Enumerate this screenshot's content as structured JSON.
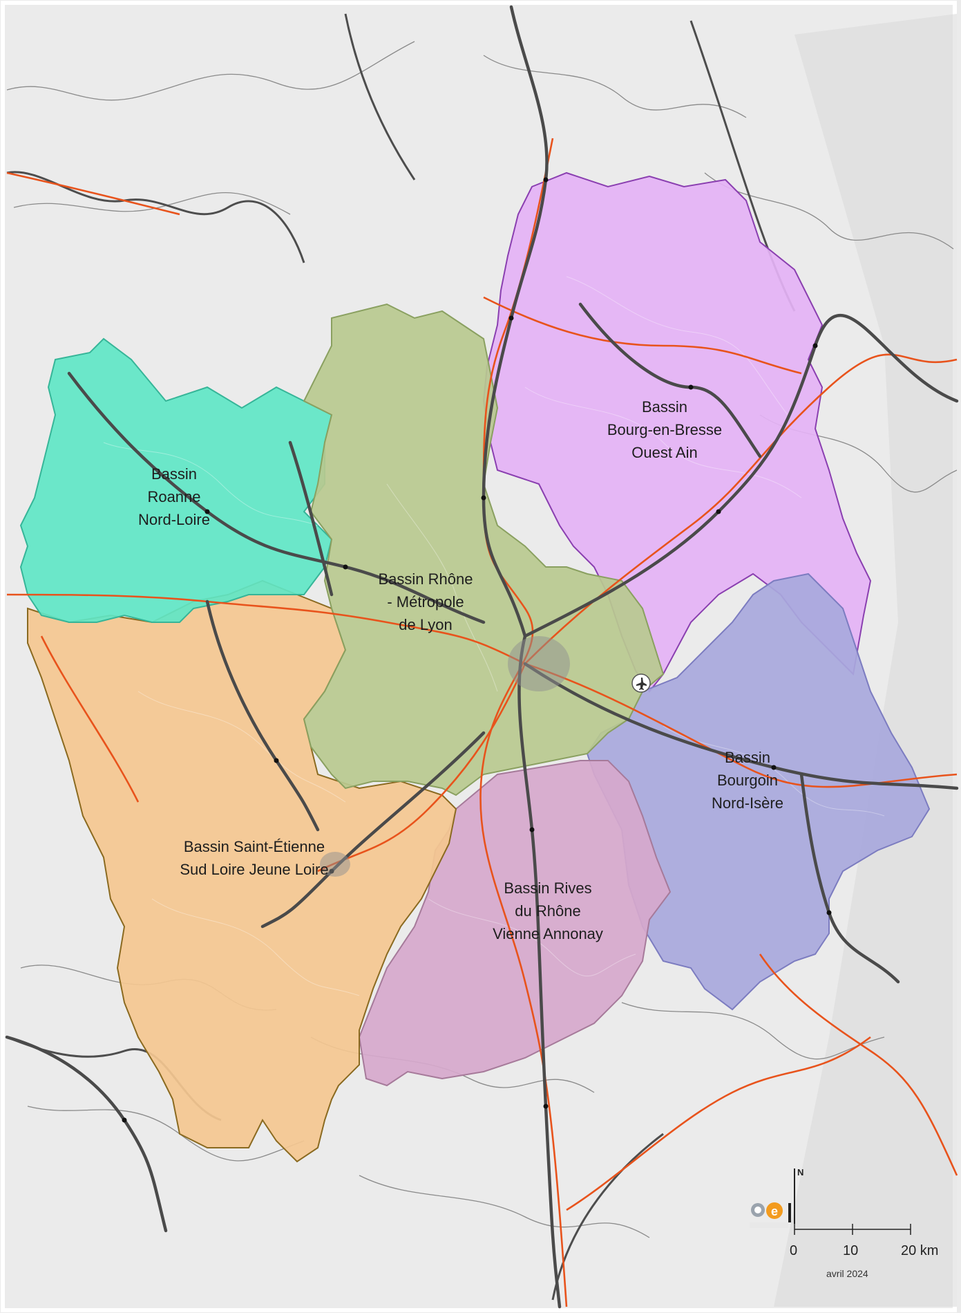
{
  "regions": [
    {
      "id": "roanne",
      "lines": [
        "Bassin",
        "Roanne",
        "Nord-Loire"
      ],
      "fill": "#5fe6c6",
      "stroke": "#36b598"
    },
    {
      "id": "lyon",
      "lines": [
        "Bassin Rhône",
        "- Métropole",
        "de Lyon"
      ],
      "fill": "#b9c98f",
      "stroke": "#8aa060"
    },
    {
      "id": "bourg",
      "lines": [
        "Bassin",
        "Bourg-en-Bresse",
        "Ouest Ain"
      ],
      "fill": "#e4b2f5",
      "stroke": "#8a3fb0"
    },
    {
      "id": "bourgoin",
      "lines": [
        "Bassin",
        "Bourgoin",
        "Nord-Isère"
      ],
      "fill": "#a8a8dc",
      "stroke": "#7c7cc0"
    },
    {
      "id": "vienne",
      "lines": [
        "Bassin Rives",
        "du Rhône",
        "Vienne Annonay"
      ],
      "fill": "#d6a8cc",
      "stroke": "#a67a9a"
    },
    {
      "id": "stetienne",
      "lines": [
        "Bassin Saint-Étienne",
        "Sud Loire Jeune Loire"
      ],
      "fill": "#f4c790",
      "stroke": "#8a6a20"
    }
  ],
  "scale_bar": {
    "ticks": [
      "0",
      "10",
      "20 km"
    ]
  },
  "north_label": "N",
  "date": "avril 2024",
  "colors": {
    "background": "#ececec",
    "roads": "#e8531c",
    "rail": "#4a4a4a",
    "borders": "#6a6a6a"
  },
  "icons": [
    "airport-icon",
    "agency-logo-icon"
  ]
}
